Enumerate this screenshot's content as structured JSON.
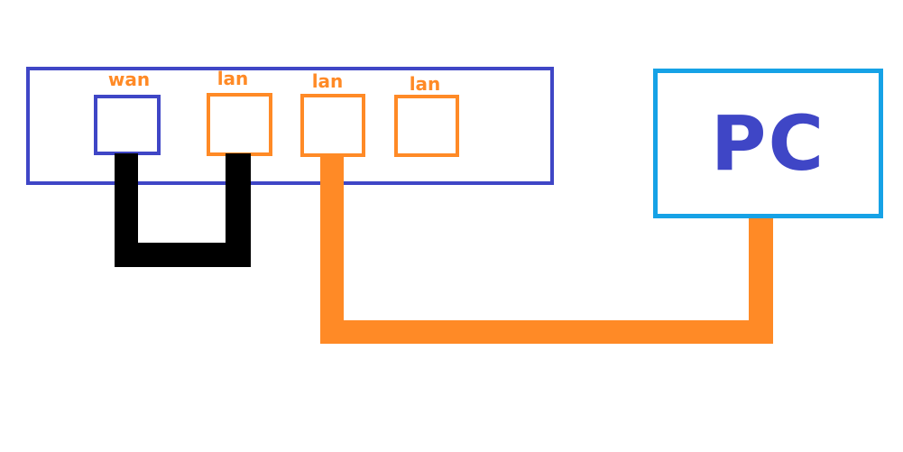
{
  "diagram": {
    "router": {
      "ports": [
        {
          "label": "wan",
          "color": "#3f46c6"
        },
        {
          "label": "lan",
          "color": "#ff8a26"
        },
        {
          "label": "lan",
          "color": "#ff8a26"
        },
        {
          "label": "lan",
          "color": "#ff8a26"
        }
      ]
    },
    "pc": {
      "label": "PC"
    },
    "colors": {
      "router_border": "#3f46c6",
      "pc_border": "#16a2e6",
      "port_label": "#ff8a26",
      "loop_cable": "#000000",
      "pc_cable": "#ff8a26"
    },
    "cables": [
      {
        "from": "wan",
        "to": "lan",
        "color": "#000000"
      },
      {
        "from": "lan",
        "to": "PC",
        "color": "#ff8a26"
      }
    ]
  }
}
